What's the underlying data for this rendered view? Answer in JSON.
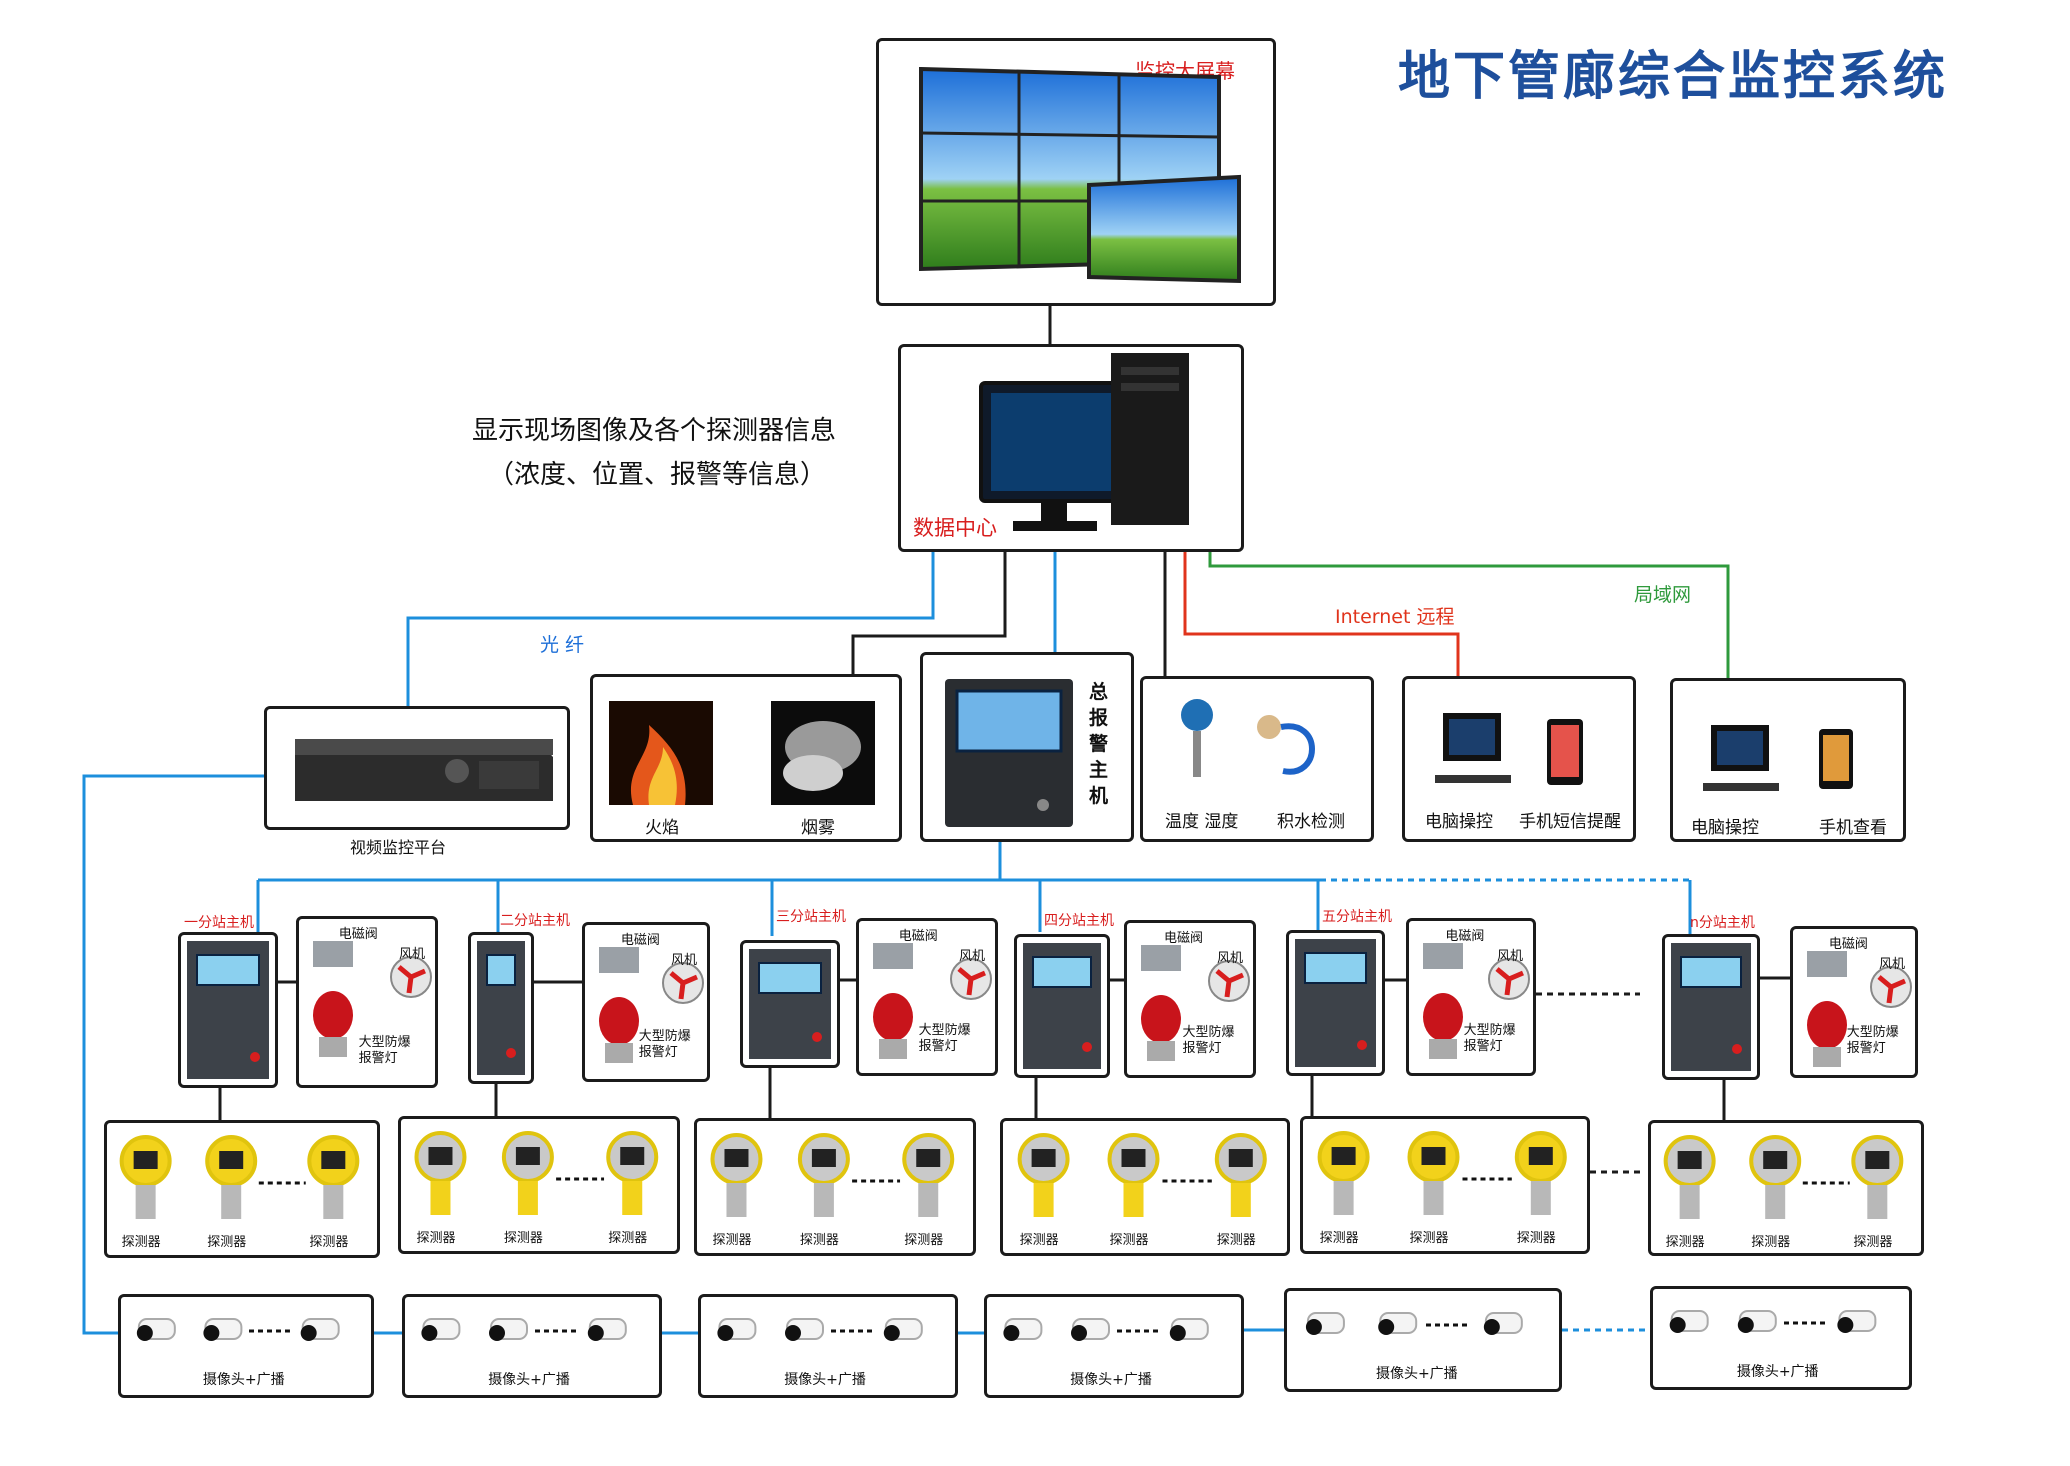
{
  "title": "地下管廊综合监控系统",
  "screen": {
    "label": "监控大屏幕"
  },
  "datacenter": {
    "label": "数据中心"
  },
  "info": {
    "line1": "显示现场图像及各个探测器信息",
    "line2": "（浓度、位置、报警等信息）"
  },
  "links": {
    "fiber": "光 纤",
    "internet": "Internet 远程",
    "lan": "局域网"
  },
  "devices": {
    "nvr": "视频监控平台",
    "flame": "火焰",
    "smoke": "烟雾",
    "host": "总报警主机",
    "temp": "温度 湿度",
    "water": "积水检测",
    "pc1": "电脑操控",
    "sms": "手机短信提醒",
    "pc2": "电脑操控",
    "phone": "手机查看"
  },
  "stations": [
    {
      "name": "一分站主机",
      "valve": "电磁阀",
      "fan": "风机",
      "lamp": "大型防爆报警灯"
    },
    {
      "name": "二分站主机",
      "valve": "电磁阀",
      "fan": "风机",
      "lamp": "大型防爆报警灯"
    },
    {
      "name": "三分站主机",
      "valve": "电磁阀",
      "fan": "风机",
      "lamp": "大型防爆报警灯"
    },
    {
      "name": "四分站主机",
      "valve": "电磁阀",
      "fan": "风机",
      "lamp": "大型防爆报警灯"
    },
    {
      "name": "五分站主机",
      "valve": "电磁阀",
      "fan": "风机",
      "lamp": "大型防爆报警灯"
    },
    {
      "name": "n分站主机",
      "valve": "电磁阀",
      "fan": "风机",
      "lamp": "大型防爆报警灯"
    }
  ],
  "detector_label": "探测器",
  "camera_label": "摄像头+广播",
  "colors": {
    "title": "#1e4f9c",
    "red": "#d81e1e",
    "fiber": "#1d8fdc",
    "internet": "#e0341c",
    "lan": "#2f9a3c",
    "line": "#1b1b1b"
  }
}
